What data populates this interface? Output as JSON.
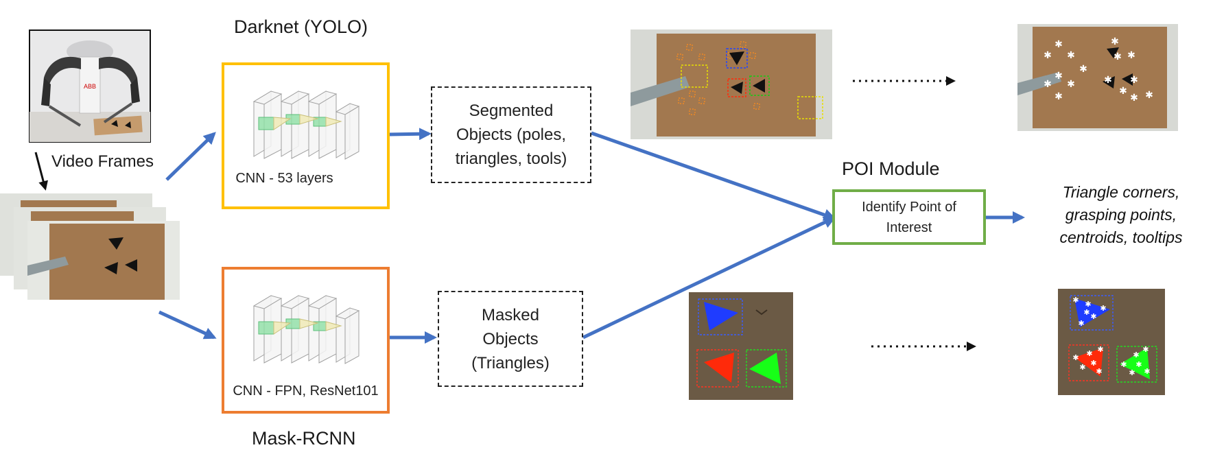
{
  "colors": {
    "arrow": "#4472C4",
    "darknet_border": "#FFC000",
    "maskrcnn_border": "#ED7D31",
    "poi_border": "#70AD47",
    "dashed_border": "#222222",
    "board": "#a2784f",
    "triangle_blue": "#1f3cff",
    "triangle_red": "#ff2a0a",
    "triangle_green": "#17ff17"
  },
  "input": {
    "robot_photo_label": "ABB",
    "video_frames_label": "Video Frames"
  },
  "darknet": {
    "title": "Darknet (YOLO)",
    "caption": "CNN - 53 layers"
  },
  "maskrcnn": {
    "title": "Mask-RCNN",
    "caption": "CNN -  FPN, ResNet101"
  },
  "segmented": {
    "label": "Segmented\nObjects (poles,\ntriangles, tools)"
  },
  "masked": {
    "label": "Masked\nObjects\n(Triangles)"
  },
  "poi": {
    "title": "POI Module",
    "label": "Identify Point of\nInterest"
  },
  "output": {
    "label": "Triangle corners,\ngrasping points,\ncentroids, tooltips"
  },
  "icons": {
    "cnn_stack": "cnn-layer-stack-icon",
    "camera_frames": "video-frame-stack-icon",
    "star_marker": "point-of-interest-star-icon"
  }
}
